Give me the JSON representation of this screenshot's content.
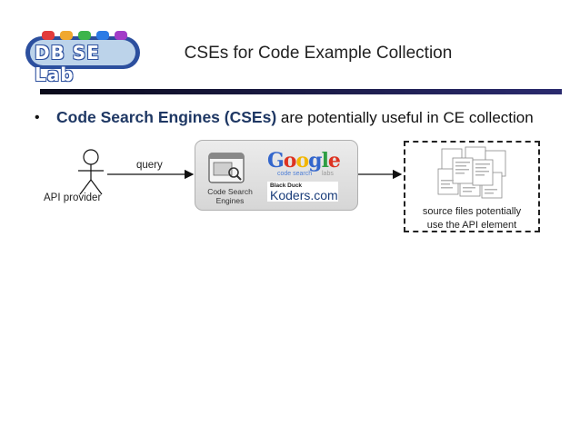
{
  "logo": {
    "text": "DB SE Lab",
    "accent_colors": [
      "#e23b3b",
      "#f0a830",
      "#3cb44b",
      "#2c7be5",
      "#a23cc8"
    ]
  },
  "slide": {
    "title": "CSEs for Code Example Collection",
    "bullet": {
      "bold": "Code Search Engines (CSEs)",
      "rest": " are potentially useful in CE collection"
    }
  },
  "diagram": {
    "actor_label": "API provider",
    "edge_label": "query",
    "cse_label_line1": "Code Search",
    "cse_label_line2": "Engines",
    "google": {
      "logo_text": "Google",
      "sub": "code search",
      "labs": "labs",
      "colors": [
        "#3366cc",
        "#dd3322",
        "#f2b600",
        "#3366cc",
        "#2f9e44",
        "#dd3322"
      ]
    },
    "blackduck": {
      "small": "Black Duck",
      "large": "Koders.com"
    },
    "result_line1": "source files potentially",
    "result_line2": "use the API element"
  }
}
